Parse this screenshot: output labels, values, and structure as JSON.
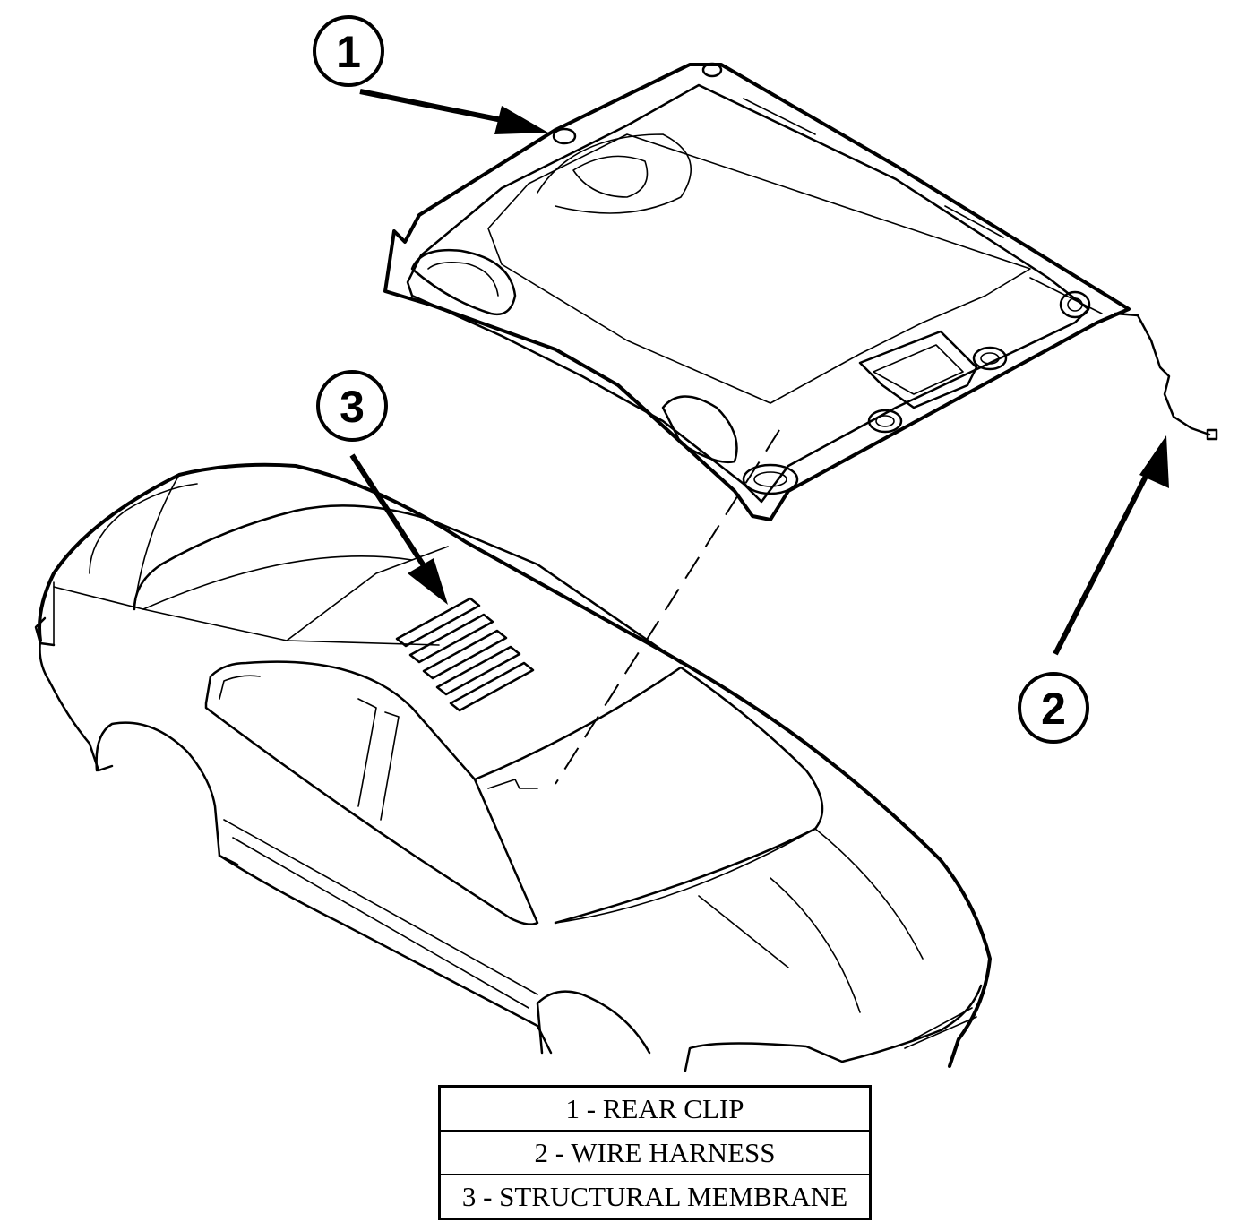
{
  "callouts": {
    "c1": "1",
    "c2": "2",
    "c3": "3"
  },
  "legend": {
    "items": [
      "1 - REAR CLIP",
      "2 - WIRE HARNESS",
      "3 - STRUCTURAL MEMBRANE"
    ]
  }
}
